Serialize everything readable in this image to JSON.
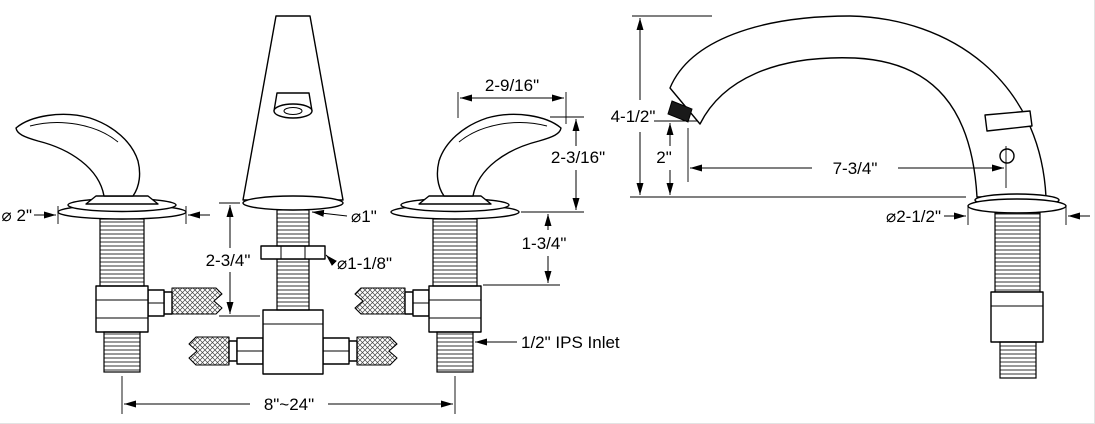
{
  "colors": {
    "line": "#000000",
    "background": "#ffffff"
  },
  "front_view": {
    "handle_length": "2-9/16\"",
    "handle_height": "2-3/16\"",
    "escutcheon_diameter": "⌀ 2\"",
    "spout_shank_length": "2-3/4\"",
    "shank_diameter": "⌀1\"",
    "locknut_diameter": "⌀1-1/8\"",
    "handle_shank_length": "1-3/4\"",
    "inlet_label": "1/2\" IPS Inlet",
    "spread": "8\"~24\""
  },
  "side_view": {
    "spout_height": "4-1/2\"",
    "outlet_clearance": "2\"",
    "spout_reach": "7-3/4\"",
    "base_diameter": "⌀2-1/2\""
  }
}
